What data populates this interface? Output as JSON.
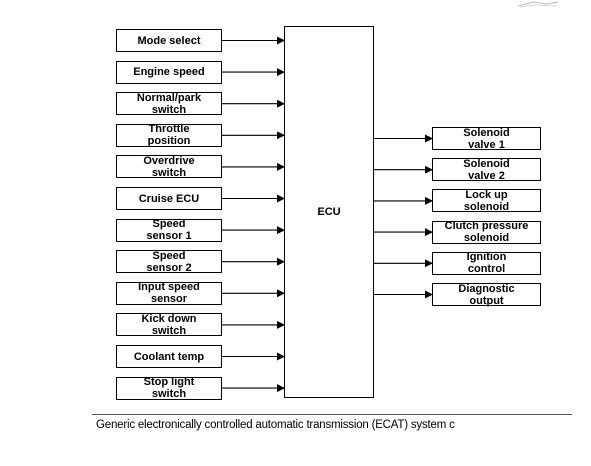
{
  "ecu_label": "ECU",
  "inputs": [
    "Mode select",
    "Engine speed",
    "Normal/park\nswitch",
    "Throttle\nposition",
    "Overdrive\nswitch",
    "Cruise ECU",
    "Speed\nsensor 1",
    "Speed\nsensor 2",
    "Input speed\nsensor",
    "Kick down\nswitch",
    "Coolant temp",
    "Stop light\nswitch"
  ],
  "outputs": [
    "Solenoid\nvalve 1",
    "Solenoid\nvalve 2",
    "Lock up\nsolenoid",
    "Clutch pressure\nsolenoid",
    "Ignition\ncontrol",
    "Diagnostic\noutput"
  ],
  "caption": "Generic electronically controlled automatic transmission (ECAT) system c",
  "colors": {
    "line": "#000000",
    "box_border": "#000000",
    "background": "#ffffff"
  }
}
